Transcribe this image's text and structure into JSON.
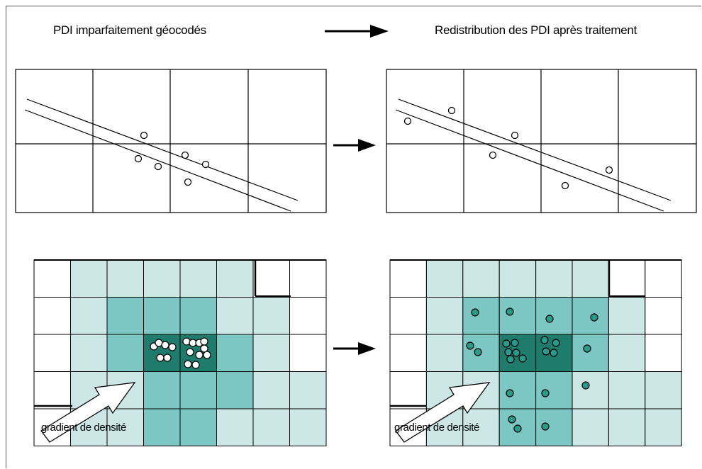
{
  "header": {
    "left_title": "PDI imparfaitement géocodés",
    "right_title": "Redistribution des PDI après traitement"
  },
  "grid_labels": {
    "bottom_left": "gradient de densité",
    "bottom_right": "gradient de densité"
  },
  "colors": {
    "light": "#cde7e7",
    "medium": "#7cc6c3",
    "dark": "#1f7b6b",
    "point_fill": "#2a9a8a",
    "line": "#000000"
  },
  "heatmap_left": [
    [
      0,
      1,
      1,
      1,
      1,
      1,
      0,
      0
    ],
    [
      0,
      1,
      2,
      2,
      2,
      1,
      1,
      0
    ],
    [
      0,
      1,
      2,
      3,
      3,
      2,
      1,
      0
    ],
    [
      0,
      1,
      1,
      2,
      2,
      2,
      1,
      1
    ],
    [
      0,
      1,
      1,
      2,
      2,
      1,
      1,
      1
    ]
  ],
  "heatmap_right": [
    [
      0,
      1,
      1,
      1,
      1,
      1,
      0,
      0
    ],
    [
      0,
      1,
      2,
      2,
      2,
      2,
      1,
      0
    ],
    [
      0,
      1,
      2,
      3,
      3,
      2,
      1,
      0
    ],
    [
      0,
      1,
      1,
      2,
      2,
      1,
      1,
      1
    ],
    [
      0,
      1,
      1,
      2,
      2,
      1,
      1,
      1
    ]
  ]
}
